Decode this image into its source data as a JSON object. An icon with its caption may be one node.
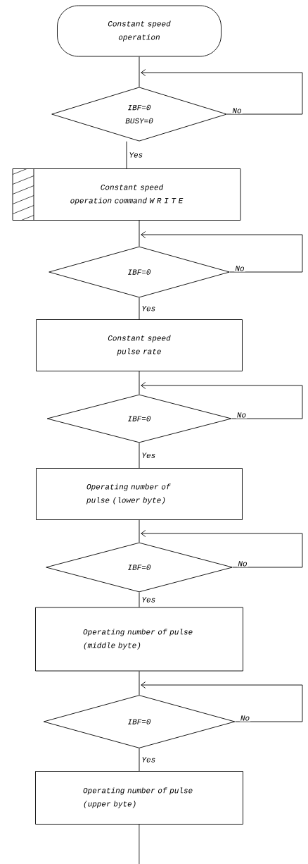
{
  "diagram": {
    "nodes": [
      {
        "text": [
          "Constant speed operation"
        ]
      },
      {
        "text": [
          "IBF=0 BUSY=0"
        ]
      },
      {
        "text": [
          "Constant speed operation command W R I T E"
        ]
      },
      {
        "text": [
          "IBF=0"
        ]
      },
      {
        "text": [
          "Constant speed pulse rate"
        ]
      },
      {
        "text": [
          "IBF=0"
        ]
      },
      {
        "text": [
          "Operating number of pulse (lower byte)"
        ]
      },
      {
        "text": [
          "IBF=0"
        ]
      },
      {
        "text": [
          "Operating number of pulse (middle byte)"
        ]
      },
      {
        "text": [
          "IBF=0"
        ]
      },
      {
        "text": [
          "Operating number of pulse (upper byte)"
        ]
      }
    ],
    "edges": [
      {
        "from": 0,
        "to": 1,
        "arrow": "none"
      },
      {
        "from": 1,
        "to": 1,
        "arrow": "to",
        "label": "No"
      },
      {
        "from": 1,
        "to": 2,
        "arrow": "none",
        "label": "Yes"
      },
      {
        "from": 2,
        "to": 3,
        "arrow": "none"
      },
      {
        "from": 3,
        "to": 3,
        "arrow": "to",
        "label": "No"
      },
      {
        "from": 3,
        "to": 4,
        "arrow": "none",
        "label": "Yes"
      },
      {
        "from": 4,
        "to": 5,
        "arrow": "none"
      },
      {
        "from": 5,
        "to": 5,
        "arrow": "to",
        "label": "No"
      },
      {
        "from": 5,
        "to": 6,
        "arrow": "none",
        "label": "Yes"
      },
      {
        "from": 6,
        "to": 7,
        "arrow": "none"
      },
      {
        "from": 7,
        "to": 7,
        "arrow": "to",
        "label": "No"
      },
      {
        "from": 7,
        "to": 8,
        "arrow": "none",
        "label": "Yes"
      },
      {
        "from": 8,
        "to": 9,
        "arrow": "none"
      },
      {
        "from": 9,
        "to": 9,
        "arrow": "to",
        "label": "No"
      },
      {
        "from": 9,
        "to": 10,
        "arrow": "none",
        "label": "Yes"
      },
      {
        "from": 10,
        "to": null,
        "arrow": "none"
      }
    ]
  }
}
